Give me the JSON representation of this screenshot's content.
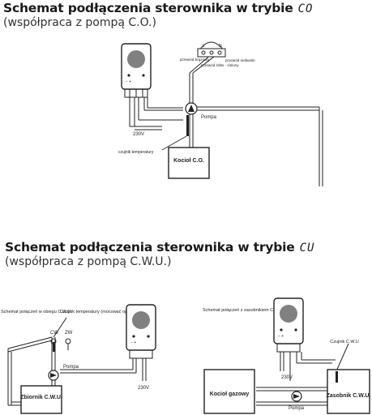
{
  "section1": {
    "title": "Schemat podłączenia sterownika w trybie",
    "mode_code": "CO",
    "subtitle": "(współpraca z pompą C.O.)",
    "wire1": "przewód brązowy",
    "wire2": "przewód żółto - zielony",
    "wire3": "przewód niebieski",
    "pump_label": "Pompa",
    "voltage": "230V",
    "sensor_label": "czujnik temperatury",
    "boiler_label": "Kocioł C.O.",
    "terminal_marks": [
      "L",
      "N"
    ]
  },
  "section2": {
    "title": "Schemat podłączenia sterownika w trybie",
    "mode_code": "CU",
    "subtitle": "(współpraca z pompą C.W.U.)",
    "left": {
      "caption": "Schemat połączeń w obiegu C.W.U.",
      "sensor_label": "Czujnik temperatury (mocować opaską)",
      "cw": "CW",
      "zw": "ZW",
      "pump_label": "Pompa",
      "tank_label": "Zbiornik C.W.U.",
      "voltage": "230V"
    },
    "right": {
      "caption": "Schemat połączeń z zasobnikiem C.W.U.",
      "sensor_label": "Czujnik C.W.U",
      "voltage": "230V",
      "boiler_label": "Kocioł gazowy",
      "pump_label": "Pompa",
      "tank_label": "Zasobnik C.W.U."
    }
  }
}
